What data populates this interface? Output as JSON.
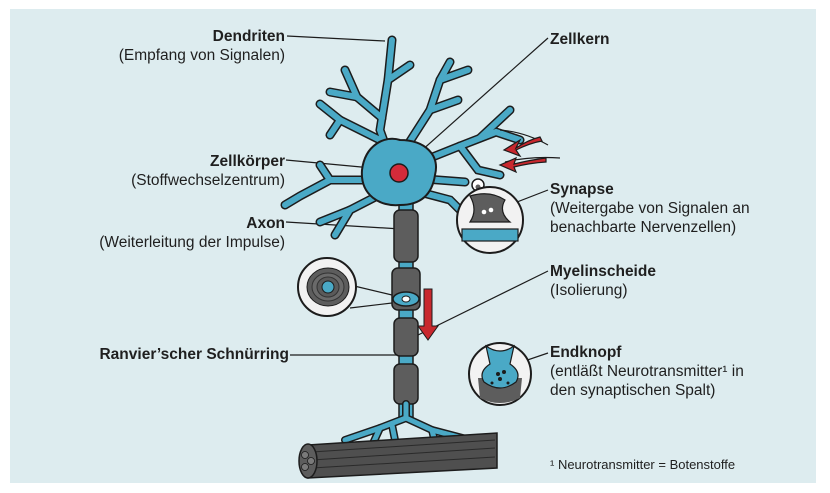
{
  "labels": {
    "dendriten": {
      "title": "Dendriten",
      "desc": "(Empfang von Signalen)"
    },
    "zellkoerper": {
      "title": "Zellkörper",
      "desc": "(Stoffwechselzentrum)"
    },
    "axon": {
      "title": "Axon",
      "desc": "(Weiterleitung der Impulse)"
    },
    "ranvier": {
      "title": "Ranvier’scher Schnürring"
    },
    "zellkern": {
      "title": "Zellkern"
    },
    "synapse": {
      "title": "Synapse",
      "desc_1": "(Weitergabe von Signalen an",
      "desc_2": "benachbarte Nervenzellen)"
    },
    "myelinscheide": {
      "title": "Myelinscheide",
      "desc": "(Isolierung)"
    },
    "endknopf": {
      "title": "Endknopf",
      "desc_1": "(entläßt Neurotransmitter¹ in",
      "desc_2": "den synaptischen Spalt)"
    }
  },
  "footnote": "¹ Neurotransmitter = Botenstoffe",
  "colors": {
    "background": "#ddecef",
    "cell": "#4aa9c6",
    "outline": "#1c1c1c",
    "nucleus": "#d42b3a",
    "arrow": "#c8282e",
    "myelin": "#5d5d5d"
  }
}
